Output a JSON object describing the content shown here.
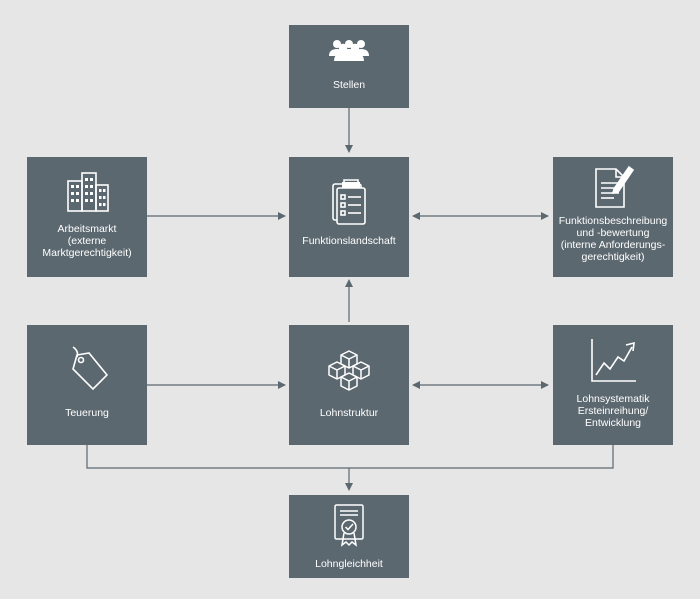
{
  "colors": {
    "background": "#e6e6e6",
    "box": "#5c6870",
    "text": "#ffffff",
    "connector": "#5c6870"
  },
  "nodes": {
    "stellen": {
      "label": "Stellen",
      "icon": "people-group-icon"
    },
    "arbeitsmarkt": {
      "label": "Arbeitsmarkt\n(externe\nMarktgerechtigkeit)",
      "icon": "office-buildings-icon"
    },
    "funktionslandschaft": {
      "label": "Funktionslandschaft",
      "icon": "clipboard-checklist-icon"
    },
    "funktionsbeschreibung": {
      "label": "Funktionsbeschreibung\nund -bewertung\n(interne Anforderungs-\ngerechtigkeit)",
      "icon": "document-pen-icon"
    },
    "teuerung": {
      "label": "Teuerung",
      "icon": "price-tag-icon"
    },
    "lohnstruktur": {
      "label": "Lohnstruktur",
      "icon": "cubes-icon"
    },
    "lohnsystematik": {
      "label": "Lohnsystematik\nErsteinreihung/\nEntwicklung",
      "icon": "rising-chart-icon"
    },
    "lohngleichheit": {
      "label": "Lohngleichheit",
      "icon": "certificate-icon"
    }
  }
}
